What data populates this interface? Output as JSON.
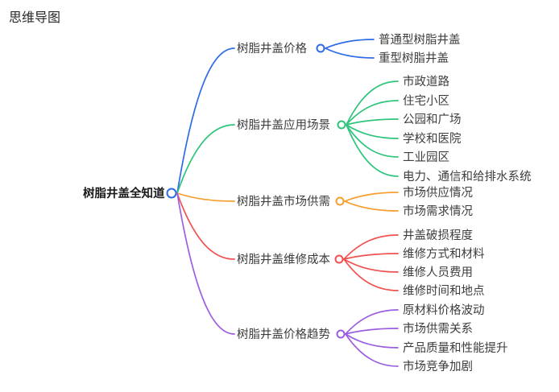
{
  "title": "思维导图",
  "root": {
    "label": "树脂井盖全知道"
  },
  "branches": [
    {
      "label": "树脂井盖价格",
      "color": "#2e6be5",
      "children": [
        "普通型树脂井盖",
        "重型树脂井盖"
      ]
    },
    {
      "label": "树脂井盖应用场景",
      "color": "#2ec47c",
      "children": [
        "市政道路",
        "住宅小区",
        "公园和广场",
        "学校和医院",
        "工业园区",
        "电力、通信和给排水系统"
      ]
    },
    {
      "label": "树脂井盖市场供需",
      "color": "#f79d2d",
      "children": [
        "市场供应情况",
        "市场需求情况"
      ]
    },
    {
      "label": "树脂井盖维修成本",
      "color": "#f15151",
      "children": [
        "井盖破损程度",
        "维修方式和材料",
        "维修人员费用",
        "维修时间和地点"
      ]
    },
    {
      "label": "树脂井盖价格趋势",
      "color": "#9b5fe0",
      "children": [
        "原材料价格波动",
        "市场供需关系",
        "产品质量和性能提升",
        "市场竞争加剧"
      ]
    }
  ],
  "colors": {
    "root_ring": "#2e6be5",
    "node_text": "#3d3d3d",
    "root_text": "#1a1a1a",
    "title_text": "#262626",
    "background": "#ffffff"
  }
}
